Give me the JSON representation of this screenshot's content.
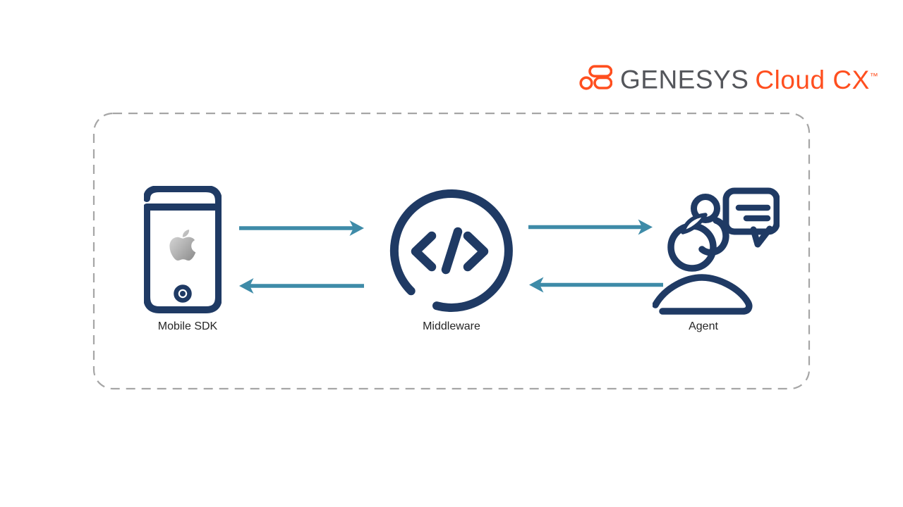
{
  "colors": {
    "navy": "#1F3A64",
    "teal": "#3E8BA8",
    "frame_gray": "#A6A6A6",
    "brand_gray": "#54565B",
    "brand_orange": "#FF4F1F",
    "label_black": "#262626"
  },
  "logo": {
    "brand": "GENESYS",
    "product": "Cloud CX",
    "trademark": "™",
    "icon": "genesys-logo-icon"
  },
  "diagram": {
    "frame_style": "dashed-rounded-rectangle",
    "nodes": [
      {
        "id": "mobile-sdk",
        "label": "Mobile SDK",
        "icon": "smartphone-apple-icon"
      },
      {
        "id": "middleware",
        "label": "Middleware",
        "icon": "code-circle-icon"
      },
      {
        "id": "agent",
        "label": "Agent",
        "icon": "agent-headset-chat-icon"
      }
    ],
    "connections": [
      {
        "from": "mobile-sdk",
        "to": "middleware",
        "arrow": "right"
      },
      {
        "from": "middleware",
        "to": "mobile-sdk",
        "arrow": "left"
      },
      {
        "from": "middleware",
        "to": "agent",
        "arrow": "right"
      },
      {
        "from": "agent",
        "to": "middleware",
        "arrow": "left"
      }
    ]
  }
}
